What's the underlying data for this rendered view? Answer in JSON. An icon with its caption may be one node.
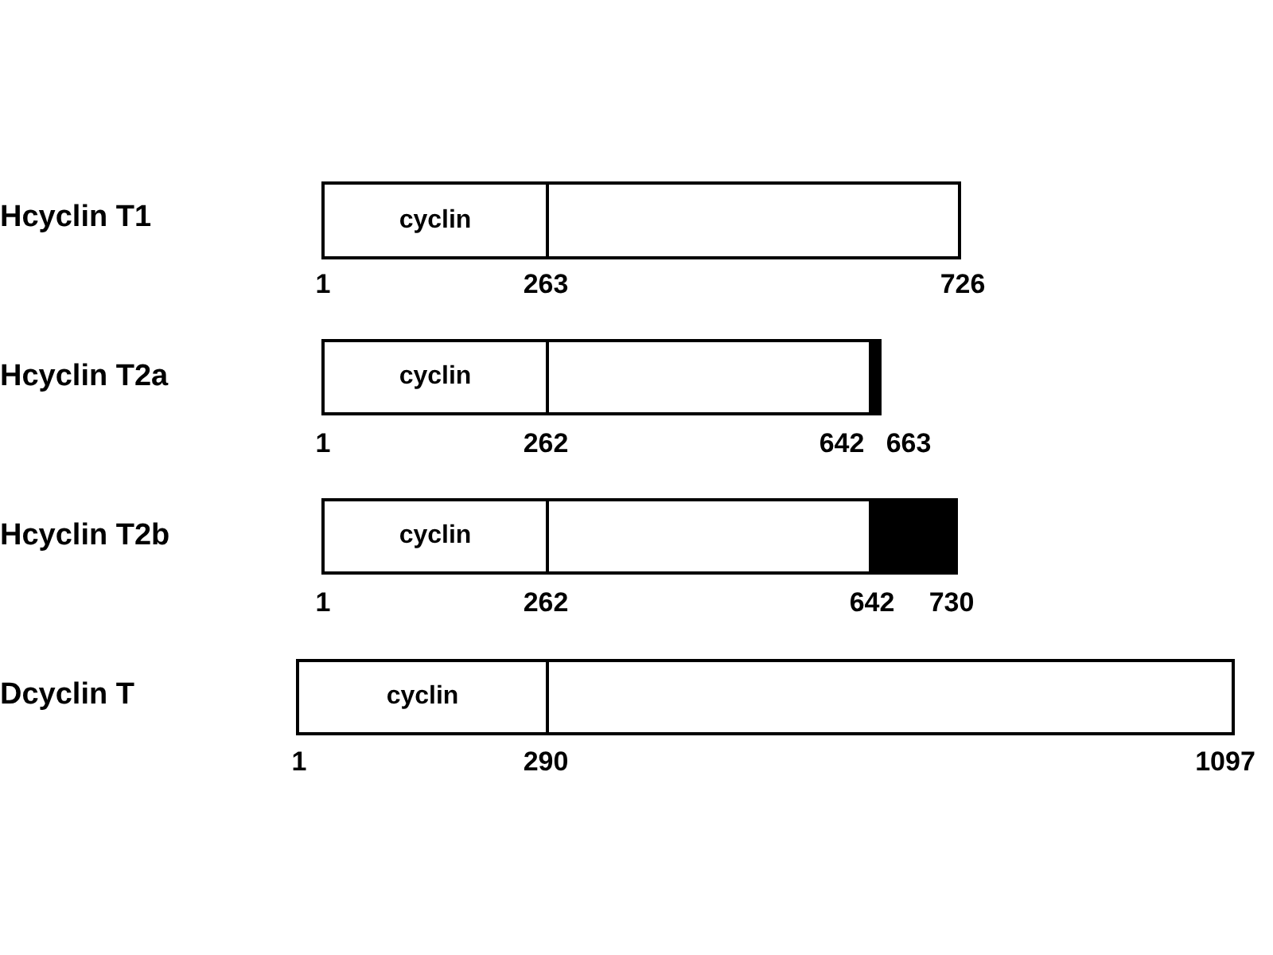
{
  "diagram": {
    "nodes": [
      {
        "text": [
          "cyclin"
        ]
      },
      {
        "text": [],
        "shape": "box"
      },
      {
        "text": [
          "cyclin"
        ]
      },
      {
        "text": [],
        "shape": "box"
      },
      {
        "text": [],
        "shape": "bar"
      },
      {
        "text": [
          "cyclin"
        ]
      },
      {
        "text": [],
        "shape": "box"
      },
      {
        "text": [],
        "shape": "bar"
      },
      {
        "text": [
          "cyclin"
        ]
      },
      {
        "text": [],
        "shape": "box"
      }
    ],
    "labels": [
      "Hcyclin T1",
      "1",
      "263",
      "726",
      "Hcyclin T2a",
      "1",
      "262",
      "642",
      "663",
      "Hcyclin T2b",
      "1",
      "262",
      "642",
      "730",
      "Dcyclin T",
      "1",
      "290",
      "1097"
    ]
  }
}
